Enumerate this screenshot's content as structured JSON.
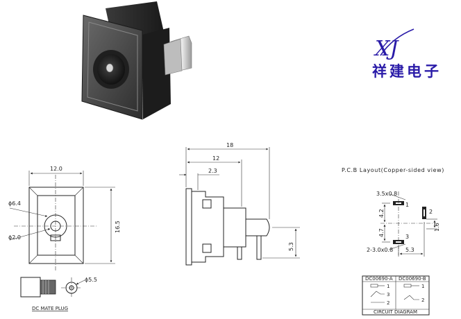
{
  "logo": {
    "latin": "XJ",
    "chinese": "祥建电子"
  },
  "front_view": {
    "width": "12.0",
    "height": "16.5",
    "outer_dia": "ϕ6.4",
    "pin_dia": "ϕ2.0"
  },
  "side_view": {
    "overall": "18",
    "body": "12",
    "flange": "2.3",
    "pin_offset": "5.3"
  },
  "plug": {
    "label": "DC MATE PLUG",
    "dia": "ϕ5.5"
  },
  "pcb_layout": {
    "title": "P.C.B Layout(Copper-sided view)",
    "top_slot": "3.5x0.8",
    "bottom_slot": "2-3.0x0.8",
    "vert_a": "4.2",
    "vert_b": "4.7",
    "right_a": "1.6",
    "bottom": "5.3",
    "pin1": "1",
    "pin2": "2",
    "pin3": "3"
  },
  "circuit": {
    "col_a": "DC00690-A",
    "col_b": "DC00690-B",
    "footer": "CIRCUIT DIAGRAM",
    "pins_a": [
      "1",
      "3",
      "2"
    ],
    "pins_b": [
      "1",
      "2"
    ]
  }
}
